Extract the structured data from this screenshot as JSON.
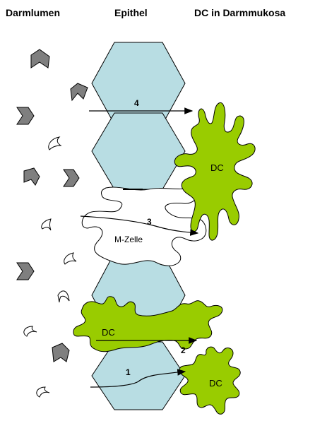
{
  "headers": {
    "lumen": "Darmlumen",
    "epithel": "Epithel",
    "dc_mucosa": "DC in Darmmukosa"
  },
  "labels": {
    "m_cell": "M-Zelle",
    "dc_right": "DC",
    "dc_spanning": "DC",
    "dc_bottom": "DC"
  },
  "routes": {
    "r1": "1",
    "r2": "2",
    "r3": "3",
    "r4": "4"
  },
  "colors": {
    "epithel_fill": "#b8dde3",
    "dc_fill": "#99cc00",
    "antigen_fill": "#7f7f7f",
    "outline": "#000000"
  }
}
